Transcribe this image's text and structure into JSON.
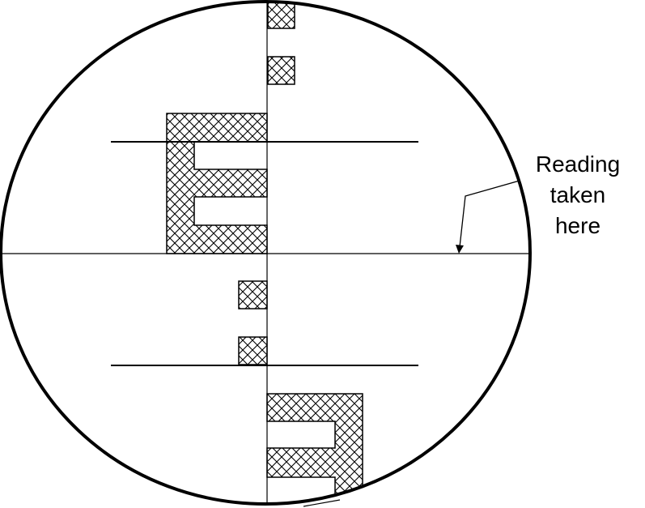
{
  "annotation": {
    "lines": [
      "Reading",
      "taken",
      "here"
    ]
  },
  "colors": {
    "stroke": "#000000",
    "background": "#ffffff"
  }
}
